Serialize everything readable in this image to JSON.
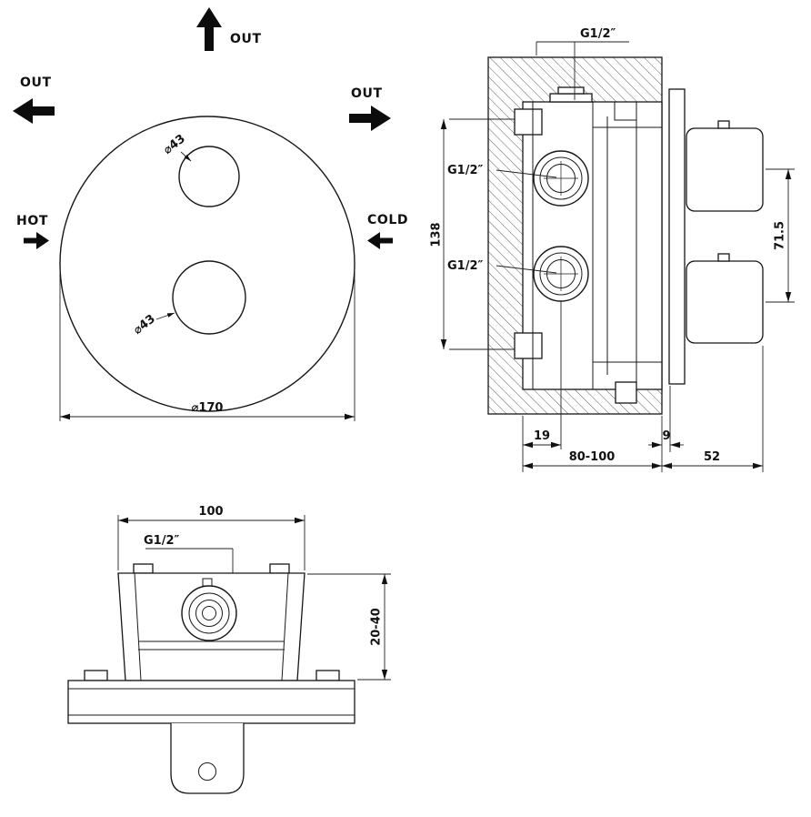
{
  "drawing": {
    "front": {
      "out_top": "OUT",
      "out_left": "OUT",
      "out_right": "OUT",
      "hot": "HOT",
      "cold": "COLD",
      "knob_top_dia": "⌀43",
      "knob_bottom_dia": "⌀43",
      "plate_dia": "⌀170"
    },
    "side": {
      "thread_top": "G1/2″",
      "thread_port_upper": "G1/2″",
      "thread_port_lower": "G1/2″",
      "dim_body_height": "138",
      "dim_handle_centers": "71.5",
      "dim_port_offset": "19",
      "dim_plate_gap": "9",
      "dim_rough_in_depth": "80-100",
      "dim_trim_depth": "52"
    },
    "bottom": {
      "dim_body_width": "100",
      "thread_top_outlet": "G1/2″",
      "dim_plaster_range": "20-40"
    }
  }
}
